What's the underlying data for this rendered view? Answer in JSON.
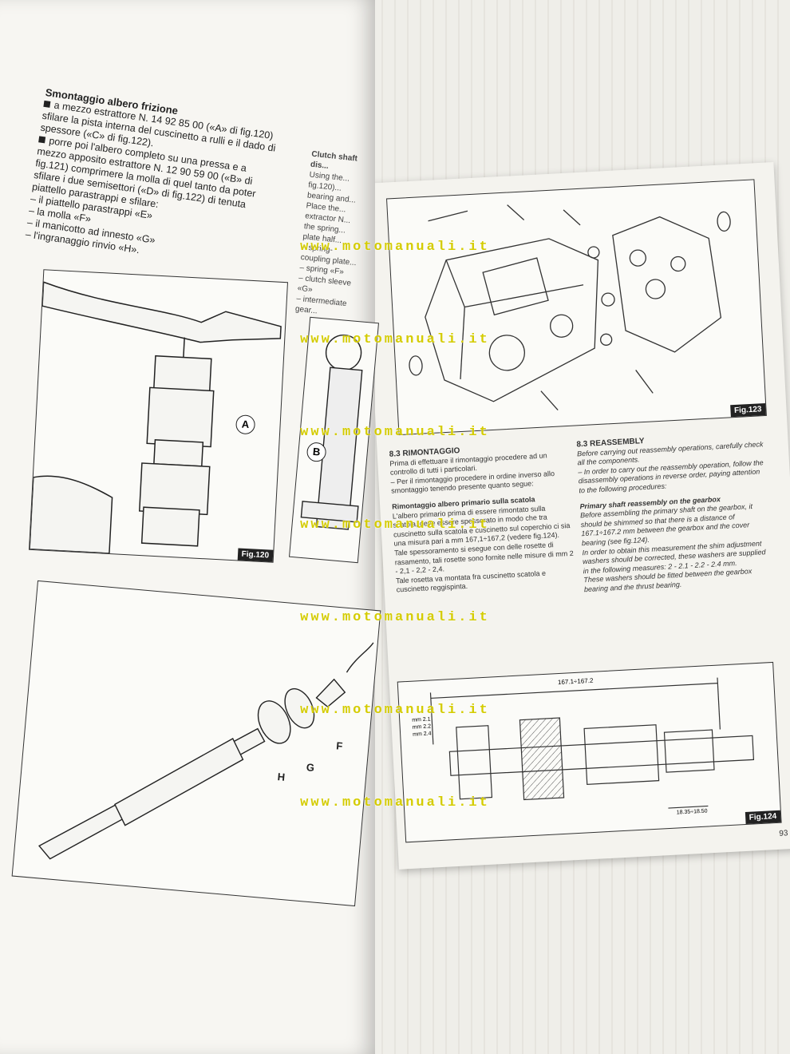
{
  "left_page": {
    "heading": "Smontaggio albero frizione",
    "para1": "a mezzo estrattore N. 14 92 85 00 («A» di fig.120) sfilare la pista interna del cuscinetto a rulli e il dado di spessore («C» di fig.122).",
    "para2": "porre poi l'albero completo su una pressa e a mezzo apposito estrattore N. 12 90 59 00 («B» di fig.121) comprimere la molla di quel tanto da poter sfilare i due semisettori («D» di fig.122) di tenuta piattello parastrappi e sfilare:",
    "items": [
      "– il piattello parastrappi «E»",
      "– la molla «F»",
      "– il manicotto ad innesto «G»",
      "– l'ingranaggio rinvio «H»."
    ],
    "fig120_label": "Fig.120",
    "fig120_callout": "A",
    "fig121_callout": "B",
    "fig122_letters": [
      "H",
      "G",
      "F"
    ]
  },
  "middle_partial": {
    "lines": [
      "Clutch shaft dis...",
      "Using the...",
      "fig.120)...",
      "bearing and...",
      "Place the...",
      "extractor N...",
      "the spring...",
      "plate half...",
      "– spring-coupling plate...",
      "– spring «F»",
      "– clutch sleeve «G»",
      "– intermediate gear..."
    ]
  },
  "right_page": {
    "fig123_label": "Fig.123",
    "it_heading": "8.3 RIMONTAGGIO",
    "it_para1": "Prima di effettuare il rimontaggio procedere ad un controllo di tutti i particolari.",
    "it_para2": "– Per il rimontaggio procedere in ordine inverso allo smontaggio tenendo presente quanto segue:",
    "it_subheading": "Rimontaggio albero primario sulla scatola",
    "it_para3": "L'albero primario prima di essere rimontato sulla scatola, deve essere spessorato in modo che tra cuscinetto sulla scatola e cuscinetto sul coperchio ci sia una misura pari a mm 167,1÷167,2 (vedere fig.124).",
    "it_para4": "Tale spessoramento si esegue con delle rosette di rasamento, tali rosette sono fornite nelle misure di mm 2 - 2,1 - 2,2 - 2,4.",
    "it_para5": "Tale rosetta va montata fra cuscinetto scatola e cuscinetto reggispinta.",
    "en_heading": "8.3 REASSEMBLY",
    "en_para1": "Before carrying out reassembly operations, carefully check all the components.",
    "en_para2": "– In order to carry out the reassembly operation, follow the disassembly operations in reverse order, paying attention to the following procedures:",
    "en_subheading": "Primary shaft reassembly on the gearbox",
    "en_para3": "Before assembling the primary shaft on the gearbox, it should be shimmed so that there is a distance of 167.1÷167.2 mm between the gearbox and the cover bearing (see fig.124).",
    "en_para4": "In order to obtain this measurement the shim adjustment washers should be corrected, these washers are supplied in the following measures: 2 - 2.1 - 2.2 - 2.4 mm.",
    "en_para5": "These washers should be fitted between the gearbox bearing and the thrust bearing.",
    "fig124_label": "Fig.124",
    "fig124_dim_top": "167.1÷167.2",
    "fig124_shims": [
      "mm 2.1",
      "mm 2.2",
      "mm 2.4"
    ],
    "fig124_dim_bottom": "18.35÷18.50",
    "page_number": "93"
  },
  "watermark": "www.motomanuali.it",
  "colors": {
    "watermark": "#d4cc00",
    "ink": "#222222",
    "paper": "#f7f6f2"
  }
}
